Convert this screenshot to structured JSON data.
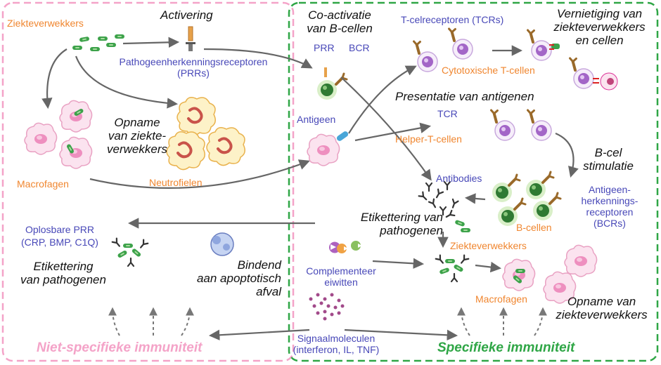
{
  "labels": {
    "ziekteverwekkers_top": "Ziekteverwekkers",
    "activering": "Activering",
    "prr_full": "Pathogeenherkenningsreceptoren\n(PRRs)",
    "coactivatie": "Co-activatie\nvan B-cellen",
    "prr": "PRR",
    "bcr": "BCR",
    "tcrs": "T-celreceptoren (TCRs)",
    "vernietiging": "Vernietiging van\nziekteverwekkers\nen cellen",
    "cytotoxische": "Cytotoxische T-cellen",
    "opname": "Opname\nvan ziekte-\nverwekkers",
    "presentatie": "Presentatie van antigenen",
    "tcr": "TCR",
    "antigeen": "Antigeen",
    "helper": "Helper-T-cellen",
    "macrofagen_left": "Macrofagen",
    "neutrofielen": "Neutrofielen",
    "bcel_stim": "B-cel\nstimulatie",
    "antibodies": "Antibodies",
    "antigeen_receptoren": "Antigeen-\nherkennings-\nreceptoren\n(BCRs)",
    "oplosbare": "Oplosbare PRR\n(CRP, BMP, C1Q)",
    "etiket_center": "Etikettering van\npathogenen",
    "bcellen": "B-cellen",
    "etiket_left": "Etikettering\nvan pathogenen",
    "bindend": "Bindend\naan apoptotisch\nafval",
    "complement": "Complementeer\neiwitten",
    "ziekteverwekkers_right": "Ziekteverwekkers",
    "macrofagen_right": "Macrofagen",
    "opname_right": "Opname van\nziekteverwekkers",
    "signaal": "Signaalmoleculen\n(interferon, IL, TNF)",
    "niet_specifiek": "Niet-specifieke immuniteit",
    "specifiek": "Specifieke immuniteit"
  },
  "colors": {
    "pink_frame": "#f4a3c8",
    "green_frame": "#2fa646",
    "orange_label": "#f0862f",
    "blue_label": "#4848b8",
    "arrow": "#666666"
  }
}
